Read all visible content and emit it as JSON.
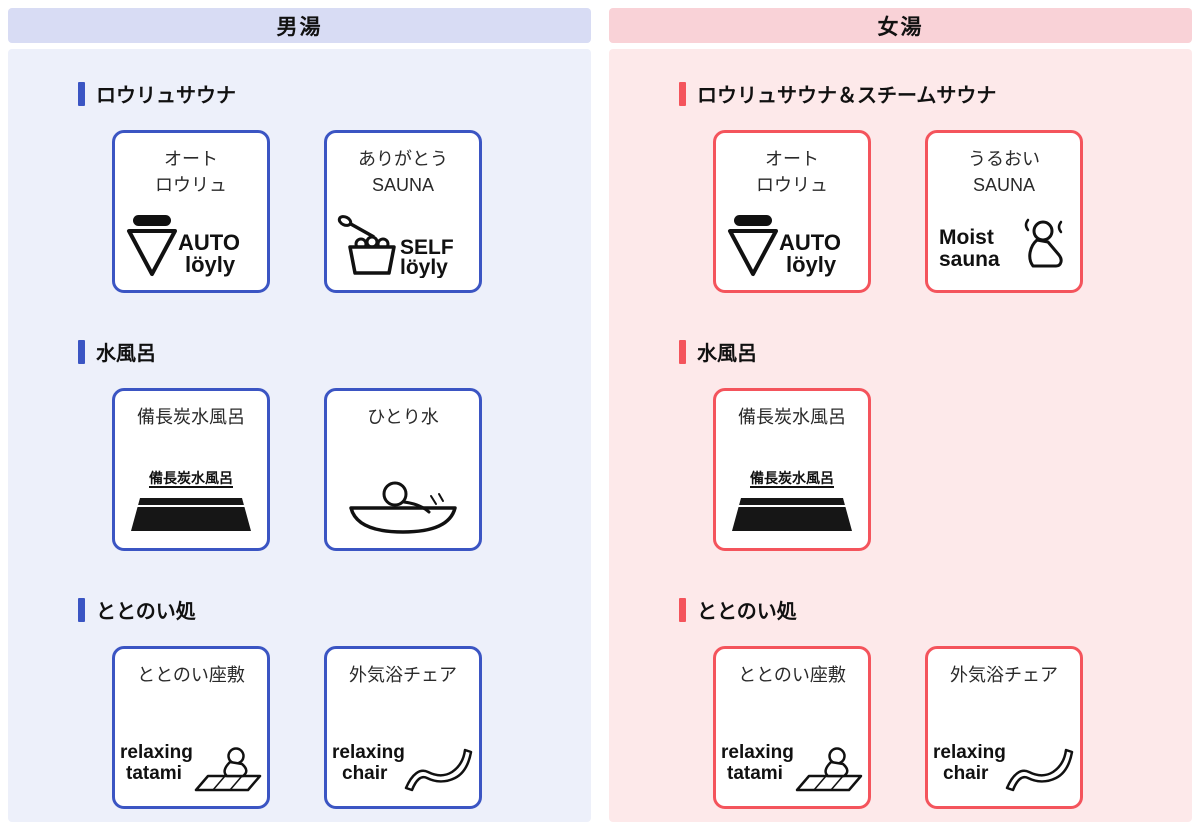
{
  "theme": {
    "mens": {
      "accent": "#3b55c3",
      "header_bg": "#d8dcf4",
      "panel_bg": "#edf0fa"
    },
    "womens": {
      "accent": "#f4545c",
      "header_bg": "#f9d2d7",
      "panel_bg": "#fde9ea"
    }
  },
  "icons": {
    "auto_loyly": {
      "word1": "AUTO",
      "word2": "löyly"
    },
    "self_loyly": {
      "word1": "SELF",
      "word2": "löyly"
    },
    "moist_sauna": {
      "word1": "Moist",
      "word2": "sauna"
    },
    "charcoal_bath": {
      "label": "備長炭水風呂"
    },
    "relaxing_tatami": {
      "word1": "relaxing",
      "word2": "tatami"
    },
    "relaxing_chair": {
      "word1": "relaxing",
      "word2": "chair"
    }
  },
  "columns": [
    {
      "title": "男湯",
      "sections": [
        {
          "heading": "ロウリュサウナ",
          "cards": [
            {
              "label_lines": [
                "オート",
                "ロウリュ"
              ],
              "icon": "auto-loyly-icon"
            },
            {
              "label_lines": [
                "ありがとう",
                "SAUNA"
              ],
              "icon": "self-loyly-icon"
            }
          ]
        },
        {
          "heading": "水風呂",
          "cards": [
            {
              "label_lines": [
                "備長炭水風呂"
              ],
              "icon": "binchotan-bath-icon"
            },
            {
              "label_lines": [
                "ひとり水"
              ],
              "icon": "solo-bath-icon"
            }
          ]
        },
        {
          "heading": "ととのい処",
          "cards": [
            {
              "label_lines": [
                "ととのい座敷"
              ],
              "icon": "relaxing-tatami-icon"
            },
            {
              "label_lines": [
                "外気浴チェア"
              ],
              "icon": "relaxing-chair-icon"
            }
          ]
        }
      ]
    },
    {
      "title": "女湯",
      "sections": [
        {
          "heading": "ロウリュサウナ＆スチームサウナ",
          "cards": [
            {
              "label_lines": [
                "オート",
                "ロウリュ"
              ],
              "icon": "auto-loyly-icon"
            },
            {
              "label_lines": [
                "うるおい",
                "SAUNA"
              ],
              "icon": "moist-sauna-icon"
            }
          ]
        },
        {
          "heading": "水風呂",
          "cards": [
            {
              "label_lines": [
                "備長炭水風呂"
              ],
              "icon": "binchotan-bath-icon"
            }
          ]
        },
        {
          "heading": "ととのい処",
          "cards": [
            {
              "label_lines": [
                "ととのい座敷"
              ],
              "icon": "relaxing-tatami-icon"
            },
            {
              "label_lines": [
                "外気浴チェア"
              ],
              "icon": "relaxing-chair-icon"
            }
          ]
        }
      ]
    }
  ]
}
